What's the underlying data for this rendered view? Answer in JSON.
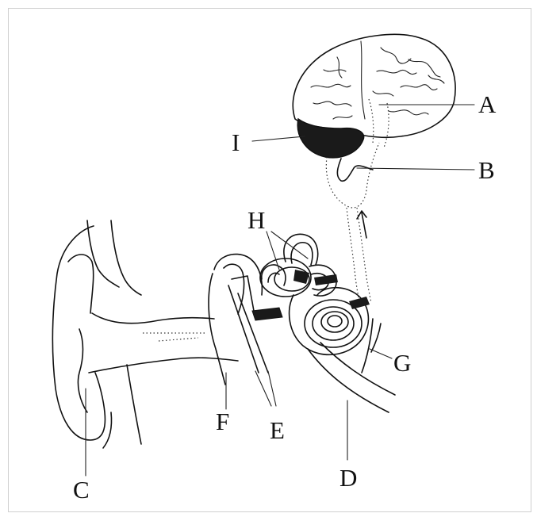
{
  "diagram": {
    "labels": {
      "A": "A",
      "B": "B",
      "C": "C",
      "D": "D",
      "E": "E",
      "F": "F",
      "G": "G",
      "H": "H",
      "I": "I"
    }
  },
  "colors": {
    "ink": "#111111",
    "background": "#ffffff",
    "frame_border": "#cfcfcf"
  }
}
